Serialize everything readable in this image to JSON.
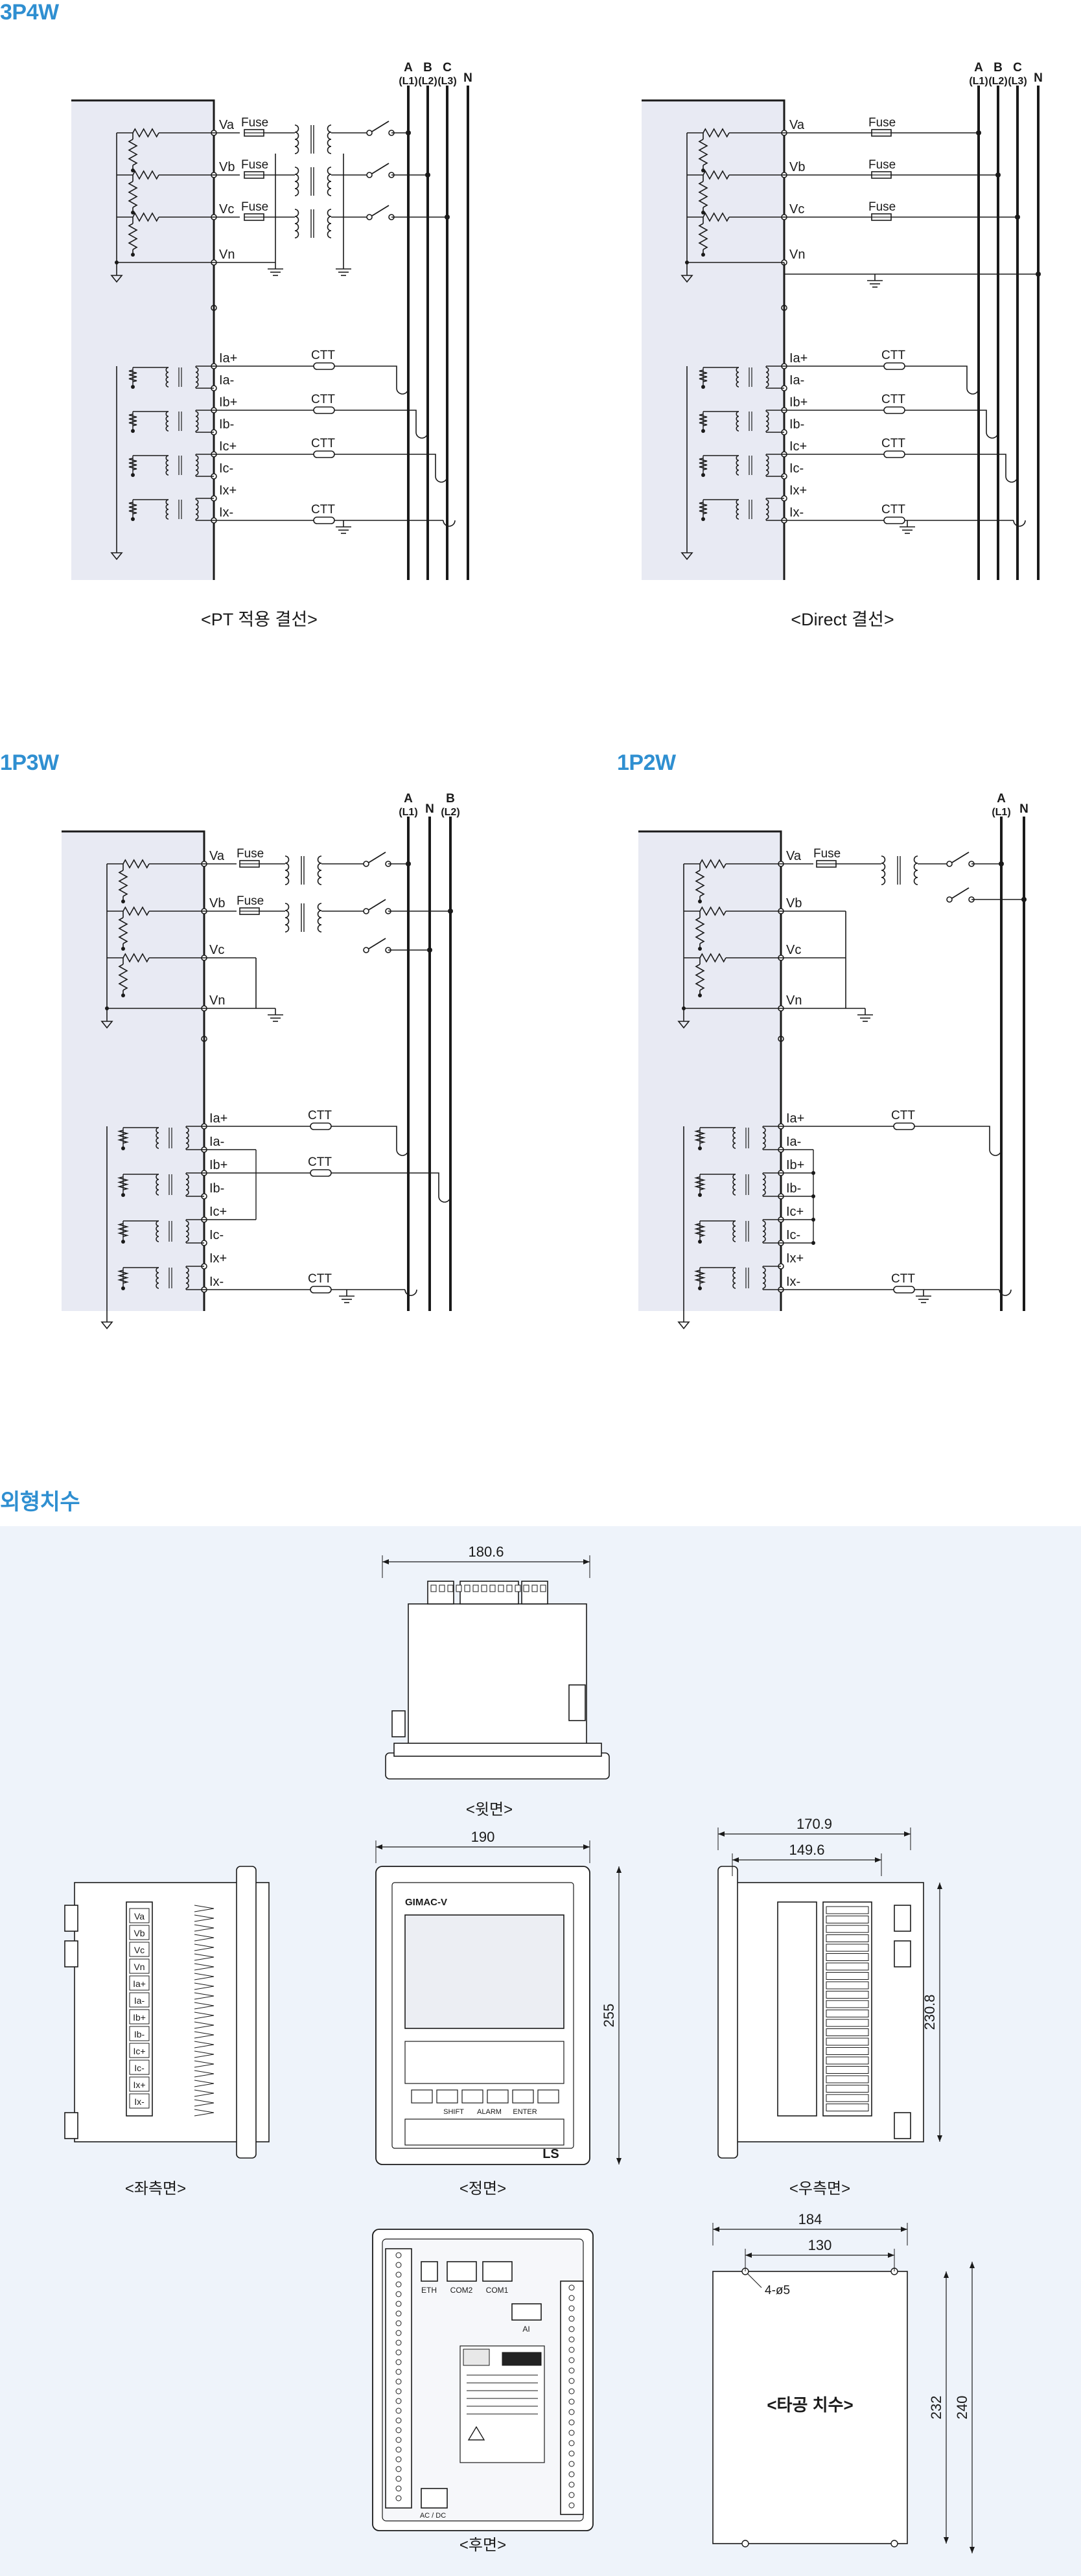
{
  "sections": {
    "s3p4w": "3P4W",
    "s1p3w": "1P3W",
    "s1p2w": "1P2W",
    "dims": "외형치수"
  },
  "captions": {
    "pt": "<PT 적용 결선>",
    "direct": "<Direct 결선>",
    "top": "<윗면>",
    "left": "<좌측면>",
    "front": "<정면>",
    "right": "<우측면>",
    "rear": "<후면>",
    "panel": "<타공 치수>"
  },
  "labels": {
    "fuse": "Fuse",
    "ctt": "CTT",
    "line_a": "A",
    "line_b": "B",
    "line_c": "C",
    "line_n": "N",
    "l1": "(L1)",
    "l2": "(L2)",
    "l3": "(L3)",
    "va": "Va",
    "vb": "Vb",
    "vc": "Vc",
    "vn": "Vn",
    "iap": "Ia+",
    "iam": "Ia-",
    "ibp": "Ib+",
    "ibm": "Ib-",
    "icp": "Ic+",
    "icm": "Ic-",
    "ixp": "Ix+",
    "ixm": "Ix-"
  },
  "dimensions": {
    "top_width": "180.6",
    "front_width": "190",
    "front_height": "255",
    "right_depth_outer": "170.9",
    "right_depth_inner": "149.6",
    "right_height": "230.8",
    "panel_outer": "184",
    "panel_holes": "130",
    "panel_hole_dia": "4-ø5",
    "panel_h_inner": "232",
    "panel_h_outer": "240"
  },
  "device": {
    "model": "GIMAC-V",
    "brand": "LS",
    "front_keys": [
      "SHIFT",
      "ALARM",
      "ENTER"
    ],
    "rear_ports": [
      "ETH",
      "COM2",
      "COM1"
    ],
    "rear_ai": "AI",
    "rear_power": "AC / DC",
    "left_labels": [
      "Va",
      "Vb",
      "Vc",
      "Vn",
      "Ia+",
      "Ia-",
      "Ib+",
      "Ib-",
      "Ic+",
      "Ic-",
      "Ix+",
      "Ix-"
    ]
  },
  "colors": {
    "heading": "#2f8fd1",
    "device_fill": "#e8eaf3",
    "line": "#1a1a1a",
    "dim_background": "#eef3fa"
  }
}
